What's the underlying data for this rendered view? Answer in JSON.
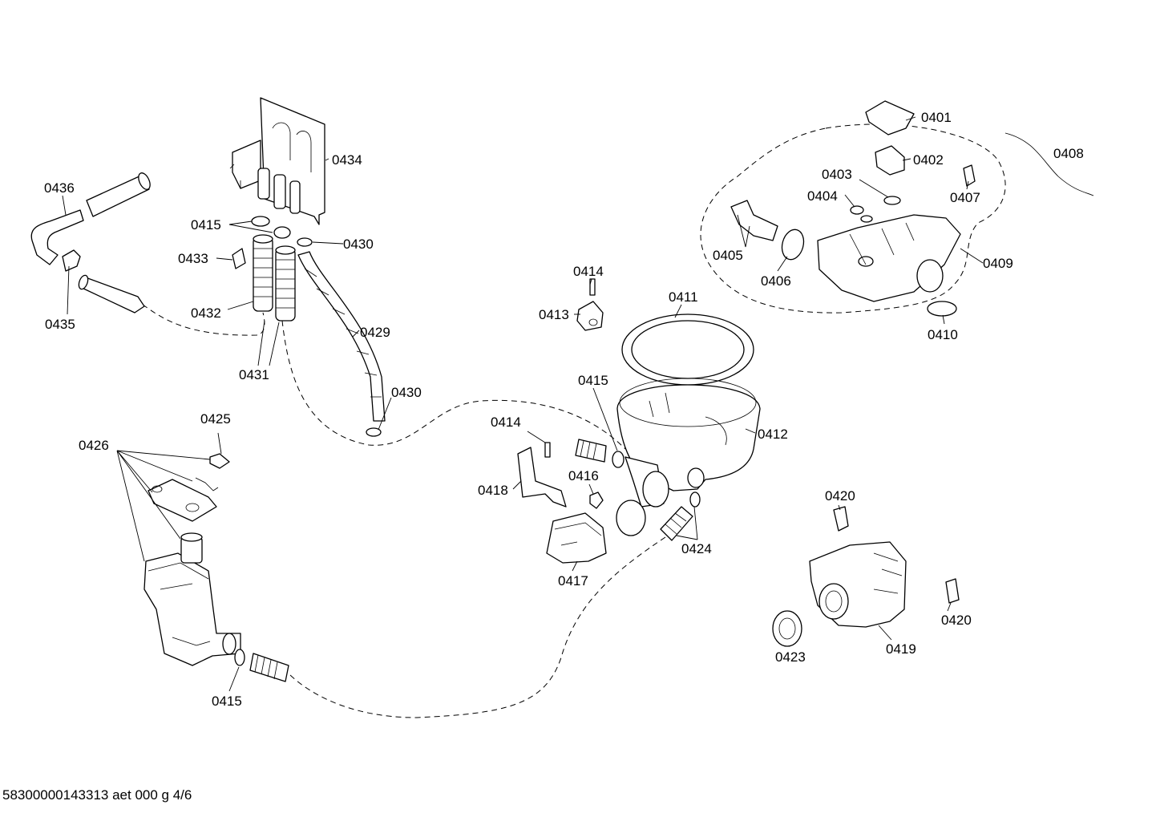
{
  "footer": {
    "document_code": "58300000143313 aet 000 g 4/6"
  },
  "labels": {
    "p0401": "0401",
    "p0402": "0402",
    "p0403": "0403",
    "p0404": "0404",
    "p0405": "0405",
    "p0406": "0406",
    "p0407": "0407",
    "p0408": "0408",
    "p0409": "0409",
    "p0410": "0410",
    "p0411": "0411",
    "p0412": "0412",
    "p0413": "0413",
    "p0414": "0414",
    "p0415": "0415",
    "p0416": "0416",
    "p0417": "0417",
    "p0418": "0418",
    "p0419": "0419",
    "p0420": "0420",
    "p0423": "0423",
    "p0424": "0424",
    "p0425": "0425",
    "p0426": "0426",
    "p0429": "0429",
    "p0430": "0430",
    "p0431": "0431",
    "p0432": "0432",
    "p0433": "0433",
    "p0434": "0434",
    "p0435": "0435",
    "p0436": "0436"
  }
}
